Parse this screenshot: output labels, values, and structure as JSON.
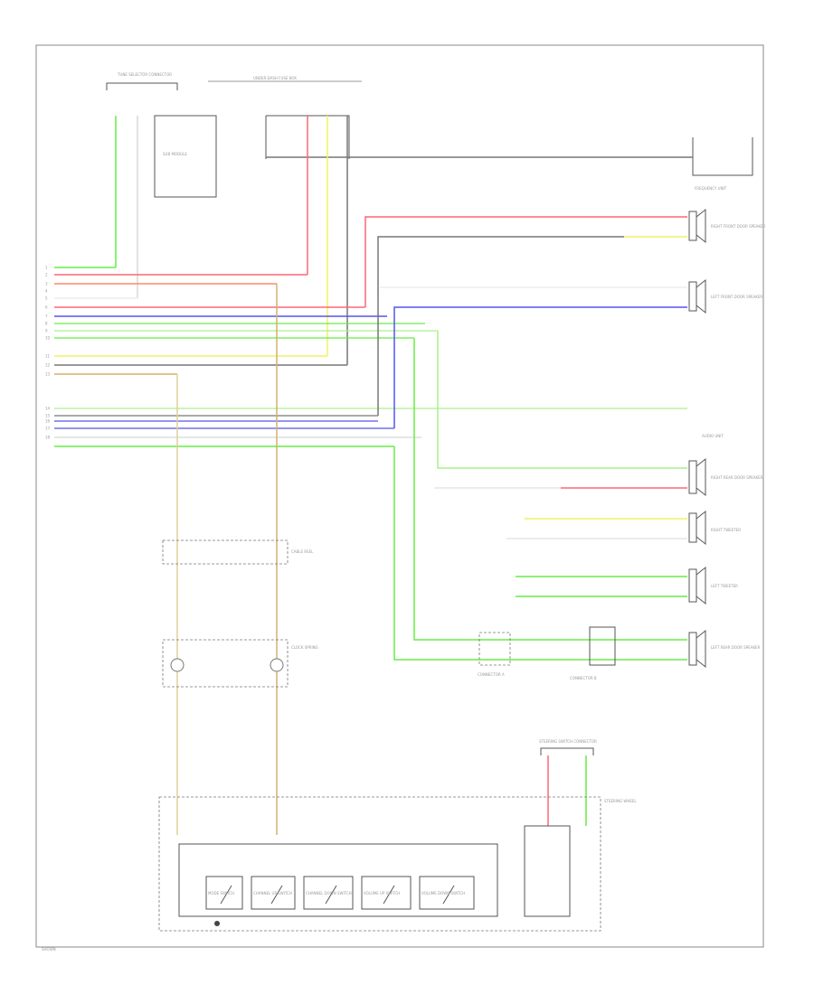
{
  "labels": {
    "top_connector": "TUNE SELECTOR CONNECTOR",
    "under_dash": "UNDER-DASH FUSE BOX",
    "sub_module": "SUB MODULE",
    "frequency_unit": "FREQUENCY UNIT",
    "right_front_speaker": "RIGHT FRONT DOOR SPEAKER",
    "left_front_speaker": "LEFT FRONT DOOR SPEAKER",
    "audio_unit": "AUDIO UNIT",
    "right_rear_speaker": "RIGHT REAR DOOR SPEAKER",
    "right_tweeter": "RIGHT TWEETER",
    "left_tweeter": "LEFT TWEETER",
    "left_rear_speaker": "LEFT REAR DOOR SPEAKER",
    "cable_reel": "CABLE REEL",
    "clock_spring": "CLOCK SPRING",
    "steering_switch_conn": "STEERING SWITCH CONNECTOR",
    "steering_wheel": "STEERING WHEEL",
    "mode_switch": "MODE SWITCH",
    "channel_up": "CHANNEL UP SWITCH",
    "channel_down": "CHANNEL DOWN SWITCH",
    "volume_up": "VOLUME UP SWITCH",
    "volume_down": "VOLUME DOWN SWITCH",
    "connector_a": "CONNECTOR A",
    "connector_b": "CONNECTOR B",
    "footer": "SHOWN"
  },
  "wire_colors": {
    "green": "#66ee44",
    "light_green": "#aaf08a",
    "red": "#ff6677",
    "pink": "#ffb0b8",
    "yellow": "#f4f060",
    "blue": "#5555ee",
    "gray": "#777777",
    "tan": "#d4b070",
    "white": "#d8d8d8"
  },
  "pin_numbers": [
    "1",
    "2",
    "3",
    "4",
    "5",
    "6",
    "7",
    "8",
    "9",
    "10",
    "11",
    "12",
    "13",
    "14",
    "15",
    "16",
    "17",
    "18"
  ]
}
